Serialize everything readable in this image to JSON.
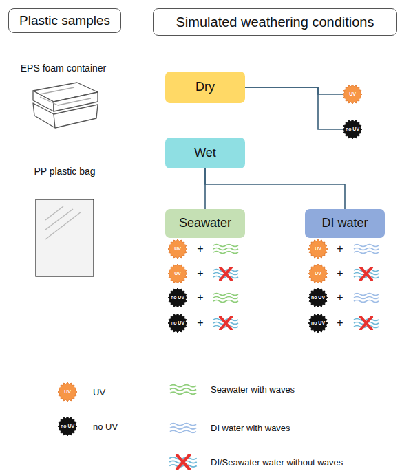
{
  "diagram": {
    "nodes": [
      {
        "text": [
          "Plastic samples"
        ]
      },
      {
        "text": [
          "Simulated weathering conditions"
        ]
      },
      {
        "text": [
          "Dry"
        ]
      },
      {
        "text": [
          "UV"
        ]
      },
      {
        "text": [
          "no UV"
        ]
      },
      {
        "text": [
          "Wet"
        ]
      },
      {
        "text": [
          "Seawater"
        ]
      },
      {
        "text": [
          "DI water"
        ]
      },
      {
        "text": [
          "UV"
        ]
      },
      {
        "text": [
          "UV"
        ]
      },
      {
        "text": [
          "no UV"
        ]
      },
      {
        "text": [
          "no UV"
        ]
      },
      {
        "text": [
          "UV"
        ]
      },
      {
        "text": [
          "UV"
        ]
      },
      {
        "text": [
          "no UV"
        ]
      },
      {
        "text": [
          "no UV"
        ]
      }
    ],
    "edges": [
      {
        "from": 2,
        "to": 3,
        "arrow": "none"
      },
      {
        "from": 2,
        "to": 4,
        "arrow": "none"
      },
      {
        "from": 5,
        "to": 6,
        "arrow": "none"
      },
      {
        "from": 5,
        "to": 7,
        "arrow": "none"
      }
    ],
    "labels": [
      "EPS foam container",
      "PP plastic bag",
      "+",
      "+",
      "+",
      "+",
      "+",
      "+",
      "+",
      "+",
      "UV",
      "no UV"
    ],
    "legend": [
      {
        "text": "UV"
      },
      {
        "text": "no UV"
      },
      {
        "text": "Seawater with waves"
      },
      {
        "text": "DI water with waves"
      },
      {
        "text": "DI/Seawater water without waves"
      }
    ]
  }
}
